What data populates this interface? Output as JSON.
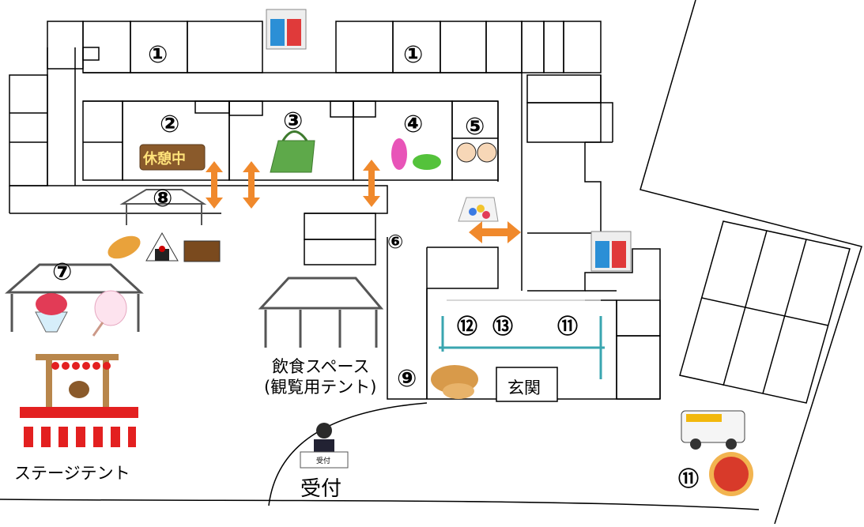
{
  "markers": {
    "m1a": "①",
    "m1b": "①",
    "m2": "②",
    "m3": "③",
    "m4": "④",
    "m5": "⑤",
    "m6": "⑥",
    "m7": "⑦",
    "m8": "⑧",
    "m9": "⑨",
    "m11a": "⑪",
    "m11b": "⑪",
    "m12": "⑫",
    "m13": "⑬"
  },
  "labels": {
    "rest_sign": "休憩中",
    "eating_space_line1": "飲食スペース",
    "eating_space_line2": "(観覧用テント)",
    "entrance": "玄関",
    "stage_tent": "ステージテント",
    "reception": "受付",
    "reception_desk": "受付"
  },
  "colors": {
    "arrow": "#f0892c",
    "toilet_blue": "#2b8fd6",
    "toilet_red": "#e03a3a",
    "booth_frame": "#3aa6b0"
  }
}
